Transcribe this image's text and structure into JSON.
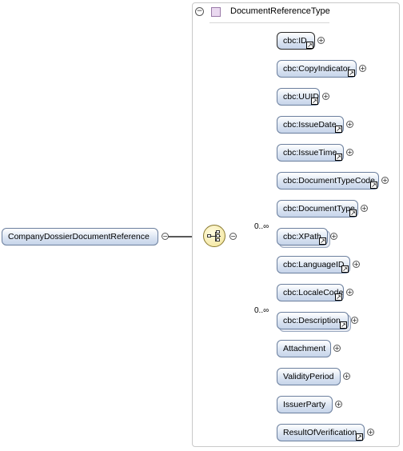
{
  "diagram": {
    "root": {
      "label": "CompanyDossierDocumentReference"
    },
    "type_container": {
      "title": "DocumentReferenceType"
    },
    "children": [
      {
        "label": "cbc:ID",
        "multiplicity": "",
        "selected": true,
        "ref": true,
        "shadow": false
      },
      {
        "label": "cbc:CopyIndicator",
        "multiplicity": "",
        "selected": false,
        "ref": true,
        "shadow": false
      },
      {
        "label": "cbc:UUID",
        "multiplicity": "",
        "selected": false,
        "ref": true,
        "shadow": false
      },
      {
        "label": "cbc:IssueDate",
        "multiplicity": "",
        "selected": false,
        "ref": true,
        "shadow": false
      },
      {
        "label": "cbc:IssueTime",
        "multiplicity": "",
        "selected": false,
        "ref": true,
        "shadow": false
      },
      {
        "label": "cbc:DocumentTypeCode",
        "multiplicity": "",
        "selected": false,
        "ref": true,
        "shadow": false
      },
      {
        "label": "cbc:DocumentType",
        "multiplicity": "",
        "selected": false,
        "ref": true,
        "shadow": false
      },
      {
        "label": "cbc:XPath",
        "multiplicity": "0..∞",
        "selected": false,
        "ref": true,
        "shadow": true
      },
      {
        "label": "cbc:LanguageID",
        "multiplicity": "",
        "selected": false,
        "ref": true,
        "shadow": false
      },
      {
        "label": "cbc:LocaleCode",
        "multiplicity": "",
        "selected": false,
        "ref": true,
        "shadow": false
      },
      {
        "label": "cbc:Description",
        "multiplicity": "0..∞",
        "selected": false,
        "ref": true,
        "shadow": true
      },
      {
        "label": "Attachment",
        "multiplicity": "",
        "selected": false,
        "ref": false,
        "shadow": false
      },
      {
        "label": "ValidityPeriod",
        "multiplicity": "",
        "selected": false,
        "ref": false,
        "shadow": false
      },
      {
        "label": "IssuerParty",
        "multiplicity": "",
        "selected": false,
        "ref": false,
        "shadow": false
      },
      {
        "label": "ResultOfVerification",
        "multiplicity": "",
        "selected": false,
        "ref": true,
        "shadow": false
      }
    ],
    "symbols": {
      "collapse": "−",
      "expand": "+",
      "ref_arrow": "↗"
    }
  }
}
